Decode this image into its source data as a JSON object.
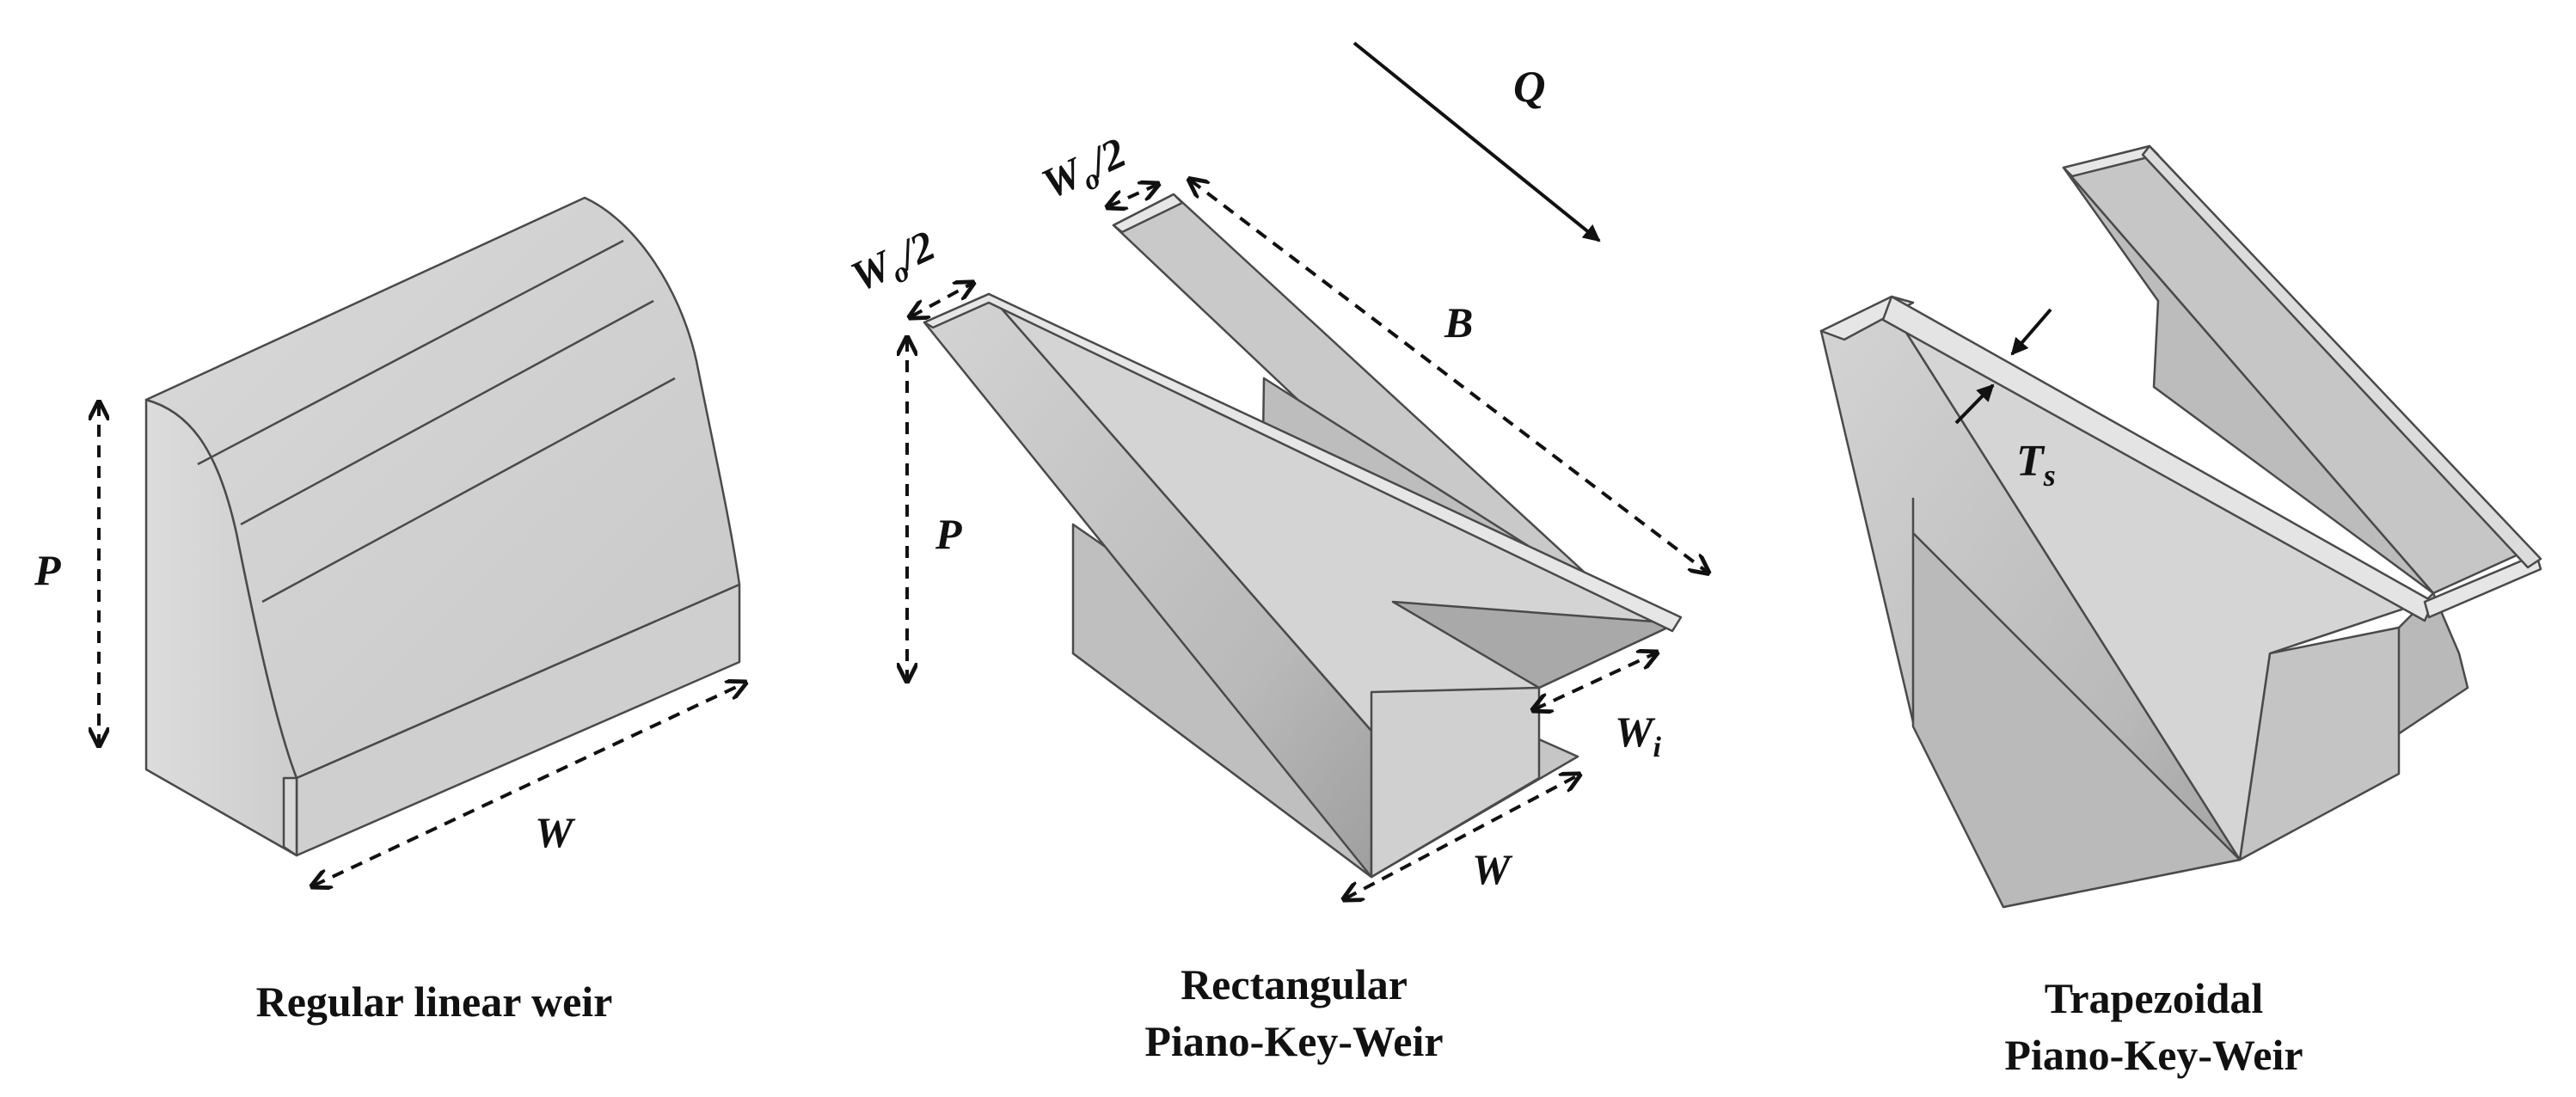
{
  "captions": {
    "regular": "Regular linear weir",
    "rectangular_line1": "Rectangular",
    "rectangular_line2": "Piano-Key-Weir",
    "trapezoidal_line1": "Trapezoidal",
    "trapezoidal_line2": "Piano-Key-Weir"
  },
  "labels": {
    "P": "P",
    "W": "W",
    "Q": "Q",
    "B": "B",
    "Wo_main": "W",
    "Wo_sub": "o",
    "Wo_div": "/2",
    "Wi_main": "W",
    "Wi_sub": "i",
    "Ts_main": "T",
    "Ts_sub": "s"
  },
  "colors": {
    "surface_light": "#e2e2e2",
    "surface_mid": "#cfcfcf",
    "surface_dark": "#b4b4b4",
    "edge": "#4a4a4a",
    "annotation": "#111111"
  }
}
